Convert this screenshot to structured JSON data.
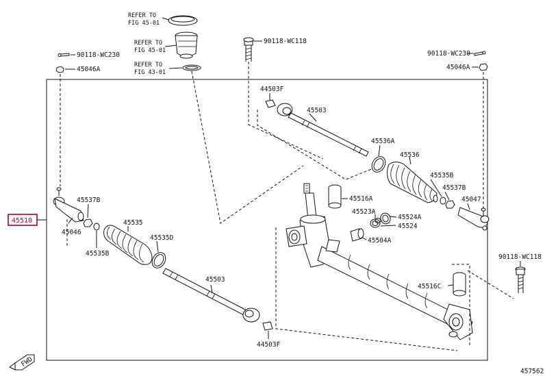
{
  "labels": {
    "refer_1": "REFER TO",
    "fig_1": "FIG 45-01",
    "refer_2": "REFER TO",
    "fig_2": "FIG 45-01",
    "refer_3": "REFER TO",
    "fig_3": "FIG 43-01",
    "bolt_left": "90118-WC230",
    "nut_left": "45046A",
    "bolt_center": "90118-WC118",
    "bolt_right": "90118-WC230",
    "nut_right": "45046A",
    "p44503F_top": "44503F",
    "p45503_top": "45503",
    "p45536A": "45536A",
    "p45536": "45536",
    "p45535B_right": "45535B",
    "p45537B_right": "45537B",
    "p45047": "45047",
    "p45516A": "45516A",
    "p45523A": "45523A",
    "p45524A": "45524A",
    "p45524": "45524",
    "p45504A": "45504A",
    "p45537B_left": "45537B",
    "p45046": "45046",
    "p45535B_left": "45535B",
    "p45535": "45535",
    "p45535D": "45535D",
    "p45503_bottom": "45503",
    "p44503F_bottom": "44503F",
    "p45516C": "45516C",
    "bolt_lower_right": "90118-WC118",
    "highlight": "45510",
    "diagram_code": "457562"
  }
}
